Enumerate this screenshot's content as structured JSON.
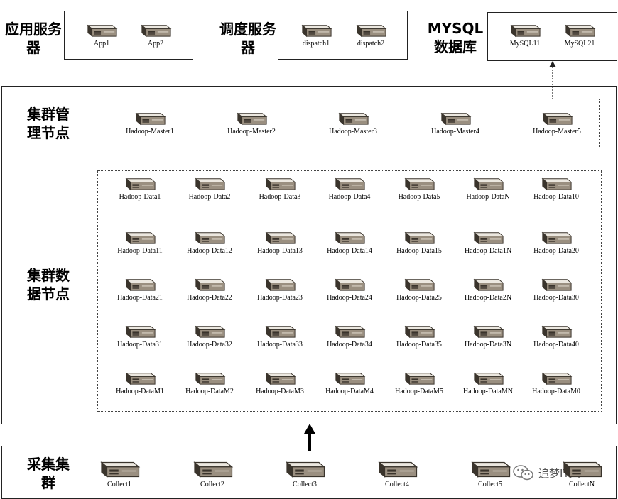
{
  "app_group": {
    "label": "应用服务器",
    "servers": [
      "App1",
      "App2"
    ]
  },
  "dispatch_group": {
    "label": "调度服务器",
    "servers": [
      "dispatch1",
      "dispatch2"
    ]
  },
  "mysql_group": {
    "label": "MYSQL数据库",
    "servers": [
      "MySQL11",
      "MySQL21"
    ]
  },
  "master_group": {
    "label": "集群管理节点",
    "servers": [
      "Hadoop-Master1",
      "Hadoop-Master2",
      "Hadoop-Master3",
      "Hadoop-Master4",
      "Hadoop-Master5"
    ]
  },
  "data_group": {
    "label": "集群数据节点",
    "rows": [
      [
        "Hadoop-Data1",
        "Hadoop-Data2",
        "Hadoop-Data3",
        "Hadoop-Data4",
        "Hadoop-Data5",
        "Hadoop-DataN",
        "Hadoop-Data10"
      ],
      [
        "Hadoop-Data11",
        "Hadoop-Data12",
        "Hadoop-Data13",
        "Hadoop-Data14",
        "Hadoop-Data15",
        "Hadoop-Data1N",
        "Hadoop-Data20"
      ],
      [
        "Hadoop-Data21",
        "Hadoop-Data22",
        "Hadoop-Data23",
        "Hadoop-Data24",
        "Hadoop-Data25",
        "Hadoop-Data2N",
        "Hadoop-Data30"
      ],
      [
        "Hadoop-Data31",
        "Hadoop-Data32",
        "Hadoop-Data33",
        "Hadoop-Data34",
        "Hadoop-Data35",
        "Hadoop-Data3N",
        "Hadoop-Data40"
      ],
      [
        "Hadoop-DataM1",
        "Hadoop-DataM2",
        "Hadoop-DataM3",
        "Hadoop-DataM4",
        "Hadoop-DataM5",
        "Hadoop-DataMN",
        "Hadoop-DataM0"
      ]
    ]
  },
  "collect_group": {
    "label": "采集集群",
    "servers": [
      "Collect1",
      "Collect2",
      "Collect3",
      "Collect4",
      "Collect5",
      "CollectN"
    ]
  },
  "watermark": {
    "text": "追梦IT人"
  },
  "colors": {
    "server_top": "#ece8e0",
    "server_front": "#9a8f80",
    "server_dark": "#3a342c"
  }
}
